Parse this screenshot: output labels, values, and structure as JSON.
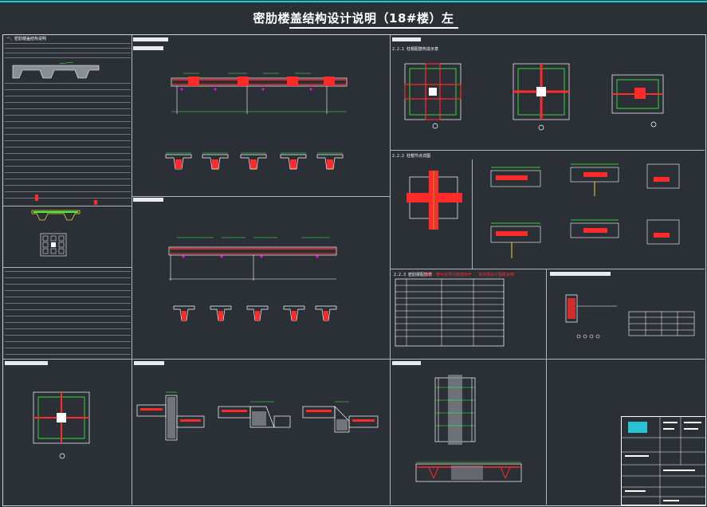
{
  "drawing": {
    "title": "密肋楼盖结构设计说明（18#楼）左",
    "accent_color": "#00d6e0",
    "line_colors": {
      "rebar": "#ff2a2a",
      "dimension": "#39ff3a",
      "outline": "#ffffff",
      "hatch": "#ff00ff"
    }
  },
  "panels": {
    "notes": {
      "heading": "一、密肋楼盖结构说明"
    },
    "section_a": {
      "sub": "2.2.1 柱帽配筋构造示意"
    },
    "section_b": {
      "sub": "2.2.2 柱帽节点详图"
    },
    "table_panel": {
      "sub": "2.2.3 密肋梁配筋表",
      "note_red": "说明：表中括号内数值用于 ，其余按设计图纸采用"
    }
  },
  "title_block": {
    "company_icon": "company-logo-icon"
  }
}
